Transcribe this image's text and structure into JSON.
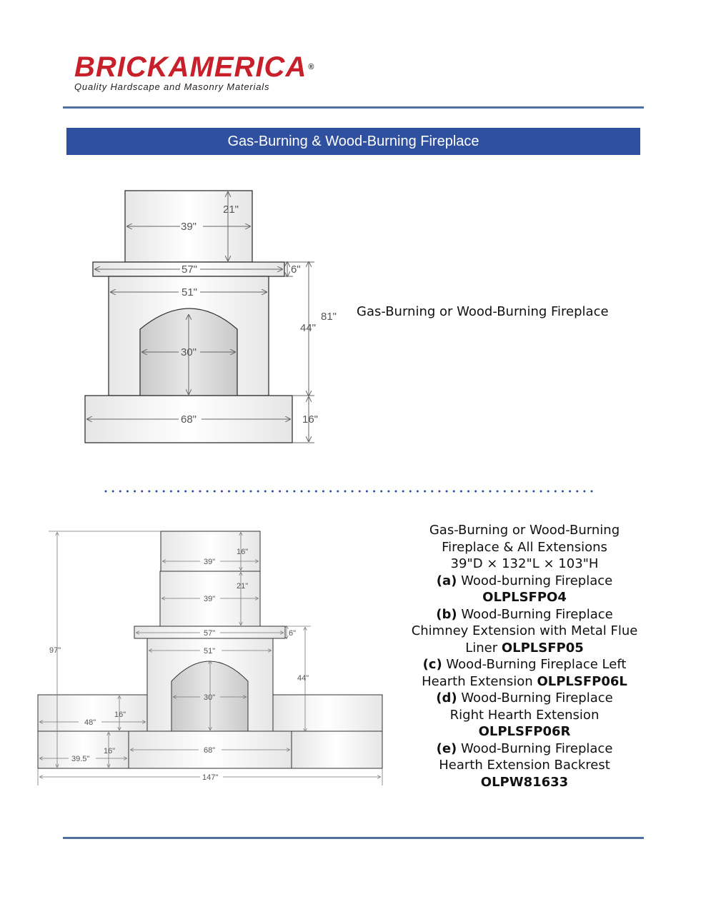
{
  "header": {
    "brand_first": "BRICK",
    "brand_second": "AMERICA",
    "brand_reg": "®",
    "tagline": "Quality Hardscape and Masonry Materials"
  },
  "banner": {
    "title": "Gas-Burning & Wood-Burning Fireplace"
  },
  "figure1": {
    "caption": "Gas-Burning or Wood-Burning Fireplace",
    "dims": {
      "chimney_width": "39\"",
      "chimney_height": "21\"",
      "mantel_width": "57\"",
      "mantel_height": "6\"",
      "body_width": "51\"",
      "firebox_width": "30\"",
      "body_height": "44\"",
      "total_height": "81\"",
      "hearth_width": "68\"",
      "hearth_height": "16\""
    }
  },
  "figure2": {
    "dims": {
      "ext_height": "16\"",
      "ext_width": "39\"",
      "chimney_height": "21\"",
      "chimney_width": "39\"",
      "total_height": "97\"",
      "mantel_width": "57\"",
      "mantel_height": "6\"",
      "body_width": "51\"",
      "body_height": "44\"",
      "firebox_width": "30\"",
      "hearth_ext_height": "16\"",
      "hearth_ext_width": "48\"",
      "backrest_height": "16\"",
      "backrest_width": "39.5\"",
      "hearth_width": "68\"",
      "overall_width": "147\""
    },
    "description": {
      "intro_1": "Gas-Burning or Wood-Burning",
      "intro_2": "Fireplace & All Extensions",
      "intro_3": "39\"D × 132\"L × 103\"H",
      "a_tag": "(a)",
      "a_text": " Wood-burning Fireplace",
      "a_code": "OLPLSFPO4",
      "b_tag": "(b)",
      "b_text_1": " Wood-Burning Fireplace",
      "b_text_2": "Chimney Extension with Metal Flue",
      "b_text_3": "Liner ",
      "b_code": "OLPLSFP05",
      "c_tag": "(c)",
      "c_text_1": " Wood-Burning Fireplace Left",
      "c_text_2": "Hearth Extension ",
      "c_code": "OLPLSFP06L",
      "d_tag": "(d)",
      "d_text_1": " Wood-Burning Fireplace",
      "d_text_2": "Right Hearth Extension",
      "d_code": "OLPLSFP06R",
      "e_tag": "(e)",
      "e_text_1": " Wood-Burning Fireplace",
      "e_text_2": "Hearth Extension Backrest",
      "e_code": "OLPW81633"
    }
  },
  "colors": {
    "brand_red": "#c8202a",
    "banner_blue": "#2f4f9f",
    "rule_blue": "#4f6f9f"
  }
}
